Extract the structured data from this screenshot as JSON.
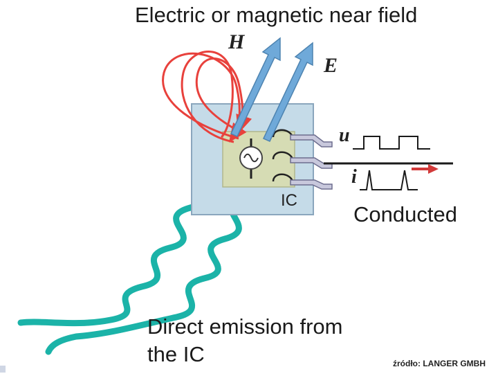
{
  "title": "Electric or magnetic near field",
  "labels": {
    "magnetic_field": "H",
    "electric_field": "E",
    "voltage": "u",
    "current": "i",
    "chip": "IC",
    "conducted": "Conducted",
    "direct_emission_line1": "Direct emission from",
    "direct_emission_line2": "the IC",
    "source": "źródło: LANGER GMBH"
  },
  "colors": {
    "h_field_loops": "#e8413c",
    "e_field_arrows": "#6fa9d9",
    "radiation_waves": "#1bb3a8",
    "ic_package": "#c5dbe8",
    "die": "#d6dcb4",
    "current_arrow": "#d23a3a"
  },
  "icons": {
    "source_symbol": "ac-source-icon"
  }
}
